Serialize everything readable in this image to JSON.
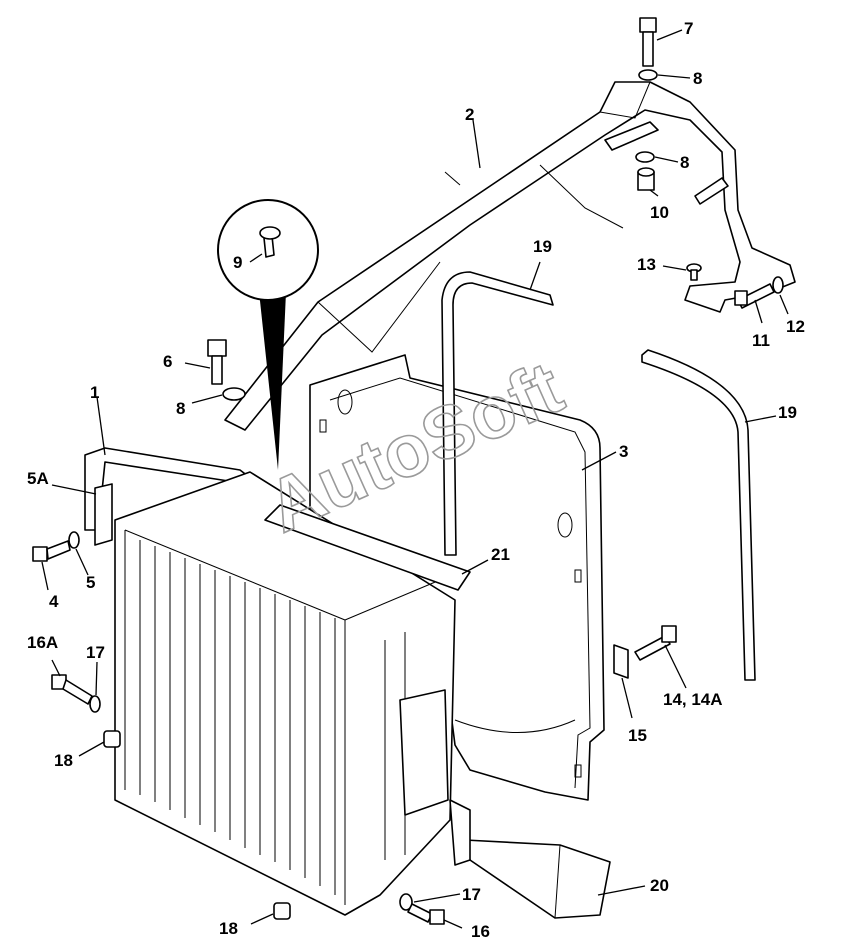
{
  "watermark": "AutoSoft",
  "callouts": {
    "c1": "1",
    "c2": "2",
    "c3": "3",
    "c4": "4",
    "c5": "5",
    "c5a": "5A",
    "c6": "6",
    "c7": "7",
    "c8a": "8",
    "c8b": "8",
    "c8c": "8",
    "c9": "9",
    "c10": "10",
    "c11": "11",
    "c12": "12",
    "c13": "13",
    "c14": "14, 14A",
    "c15": "15",
    "c16": "16",
    "c16a": "16A",
    "c17a": "17",
    "c17b": "17",
    "c18a": "18",
    "c18b": "18",
    "c19a": "19",
    "c19b": "19",
    "c20": "20",
    "c21": "21"
  }
}
